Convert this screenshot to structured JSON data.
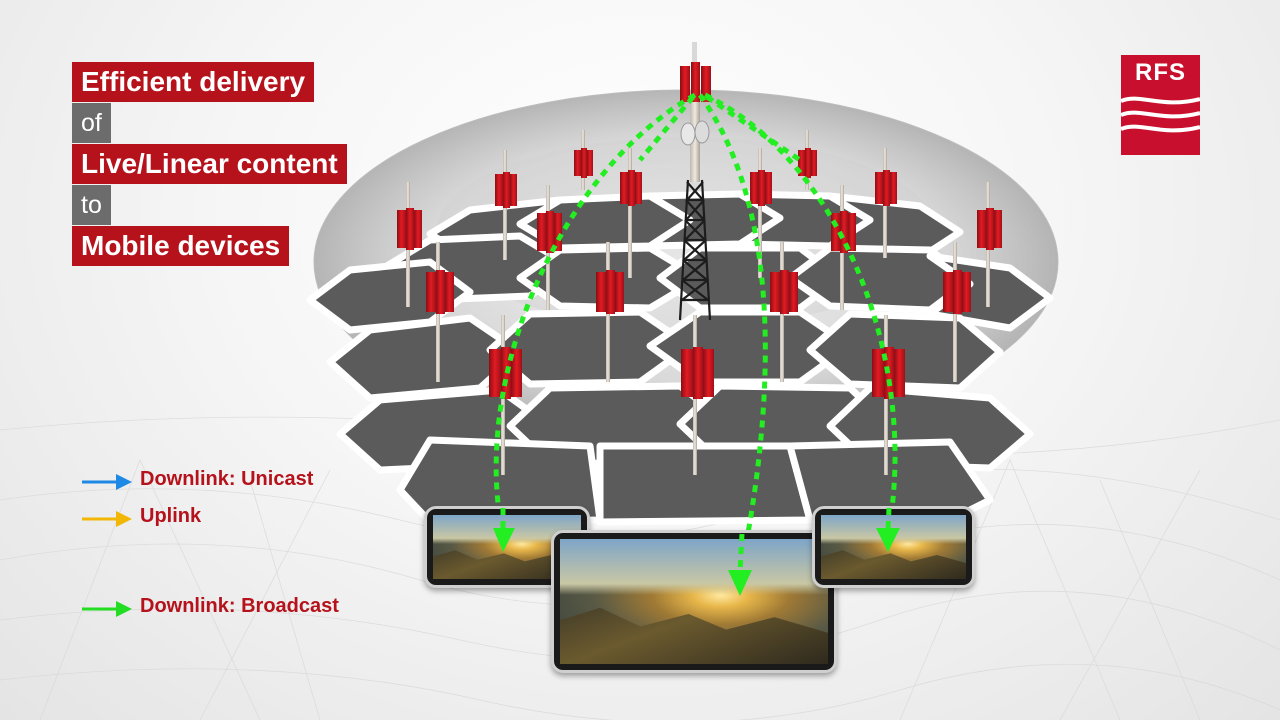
{
  "title": {
    "line1": "Efficient delivery",
    "line2": "of",
    "line3": "Live/Linear content",
    "line4": "to",
    "line5": "Mobile devices"
  },
  "logo": {
    "text": "RFS"
  },
  "legend": [
    {
      "label": "Downlink: Unicast",
      "color": "#1e88e5"
    },
    {
      "label": "Uplink",
      "color": "#f2b705"
    },
    {
      "label": "Downlink: Broadcast",
      "color": "#22dd22"
    }
  ],
  "colors": {
    "brand_red": "#b5121b",
    "broadcast_green": "#22ee22",
    "cell_grey": "#595959"
  }
}
